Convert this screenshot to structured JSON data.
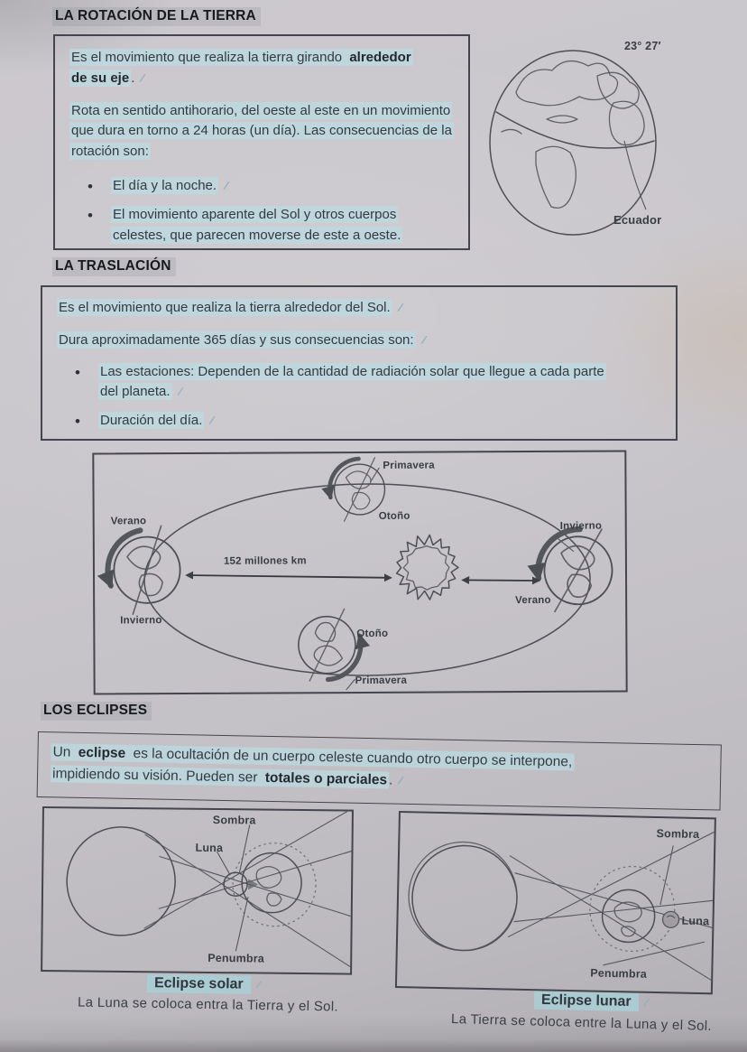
{
  "marks": {
    "tick": "/"
  },
  "rotation": {
    "title": "LA ROTACIÓN DE LA TIERRA",
    "p1_line1_normal": "Es el movimiento que realiza la tierra girando ",
    "p1_line1_bold": "alrededor",
    "p1_line2_bold": "de su eje",
    "p1_line2_end": ".",
    "p2": "Rota en sentido antihorario, del oeste al este en un movimiento que dura en torno a 24 horas (un día). Las consecuencias de la rotación son:",
    "bullets": [
      "El día y la noche.",
      "El movimiento aparente del Sol y otros cuerpos celestes, que parecen moverse de este a oeste."
    ],
    "globe": {
      "axis_tilt": "23° 27′",
      "equator": "Ecuador"
    }
  },
  "traslacion": {
    "title": "LA TRASLACIÓN",
    "p1": "Es el movimiento que realiza la tierra alrededor del Sol.",
    "p2": "Dura aproximadamente 365 días y sus consecuencias son:",
    "bullets": [
      "Las estaciones: Dependen de la cantidad de radiación solar que llegue a cada parte del planeta.",
      "Duración del día."
    ],
    "orbit": {
      "top_season": "Primavera",
      "top_inner_season": "Otoño",
      "left_top_season": "Verano",
      "left_bottom_season": "Invierno",
      "right_top_season": "Invierno",
      "right_bottom_season": "Verano",
      "bottom_inner_season": "Otoño",
      "bottom_season": "Primavera",
      "distance": "152 millones km"
    }
  },
  "eclipses": {
    "title": "LOS ECLIPSES",
    "def": {
      "l1a": "Un ",
      "l1b": "eclipse",
      "l1c": " es la ocultación de un cuerpo celeste cuando otro cuerpo se interpone,",
      "l2a": "impidiendo su visión. Pueden ser ",
      "l2b": "totales o parciales",
      "l2c": "."
    },
    "solar": {
      "sombra": "Sombra",
      "luna": "Luna",
      "penumbra": "Penumbra",
      "caption": "Eclipse solar",
      "subcaption": "La Luna se coloca entra la Tierra y el Sol."
    },
    "lunar": {
      "sombra": "Sombra",
      "luna": "Luna",
      "penumbra": "Penumbra",
      "caption": "Eclipse lunar",
      "subcaption": "La Tierra se coloca entre la Luna y el Sol."
    }
  },
  "colors": {
    "paper": "#c8c5ca",
    "ink": "#31383e",
    "highlight_cyan": "#bad9e0",
    "heading_highlight": "#aab0ba",
    "pencil": "#4c4f54",
    "check_mark": "#8db2bd"
  }
}
